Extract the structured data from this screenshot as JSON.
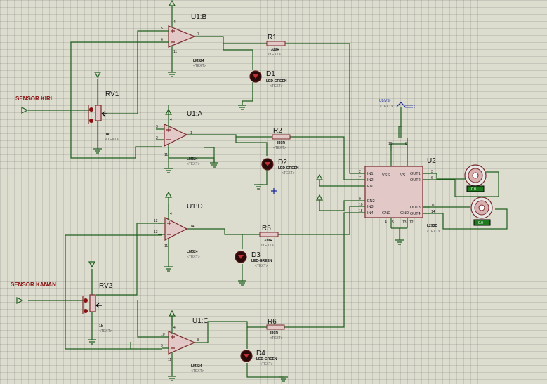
{
  "labels": {
    "sensor_kiri": "SENSOR KIRI",
    "sensor_kanan": "SENSOR KANAN",
    "texty": "<TEXT>",
    "vs_label": "U2(VS)",
    "res_value": "330R",
    "led_value": "LED-GREEN",
    "opamp_value": "LM324",
    "pot_value": "1k",
    "driver_value": "L293D"
  },
  "opamps": [
    {
      "ref": "U1:B",
      "pins": [
        "5",
        "6",
        "7",
        "4",
        "11"
      ]
    },
    {
      "ref": "U1:A",
      "pins": [
        "3",
        "2",
        "1",
        "4",
        "11"
      ]
    },
    {
      "ref": "U1:D",
      "pins": [
        "12",
        "13",
        "14",
        "4",
        "11"
      ]
    },
    {
      "ref": "U1:C",
      "pins": [
        "10",
        "9",
        "8",
        "4",
        "11"
      ]
    }
  ],
  "resistors": [
    {
      "ref": "R1"
    },
    {
      "ref": "R2"
    },
    {
      "ref": "R5"
    },
    {
      "ref": "R6"
    }
  ],
  "leds": [
    {
      "ref": "D1"
    },
    {
      "ref": "D2"
    },
    {
      "ref": "D3"
    },
    {
      "ref": "D4"
    }
  ],
  "pots": [
    {
      "ref": "RV1"
    },
    {
      "ref": "RV2"
    }
  ],
  "driver": {
    "ref": "U2",
    "left_pins": [
      {
        "num": "2",
        "name": "IN1"
      },
      {
        "num": "7",
        "name": "IN2"
      },
      {
        "num": "1",
        "name": "EN1"
      },
      {
        "num": "9",
        "name": "EN2"
      },
      {
        "num": "10",
        "name": "IN3"
      },
      {
        "num": "15",
        "name": "IN4"
      }
    ],
    "right_pins": [
      {
        "num": "3",
        "name": "OUT1"
      },
      {
        "num": "6",
        "name": "OUT2"
      },
      {
        "num": "11",
        "name": "OUT3"
      },
      {
        "num": "14",
        "name": "OUT4"
      }
    ],
    "top_pins": [
      "16",
      "8"
    ],
    "bottom_pins": [
      "GND",
      "GND"
    ],
    "top_names": [
      "VSS",
      "VS"
    ],
    "bottom_pin_nums": [
      "4",
      "5",
      "13",
      "12"
    ]
  },
  "motors": [
    {
      "value": "0.0"
    },
    {
      "value": "0.0"
    }
  ]
}
